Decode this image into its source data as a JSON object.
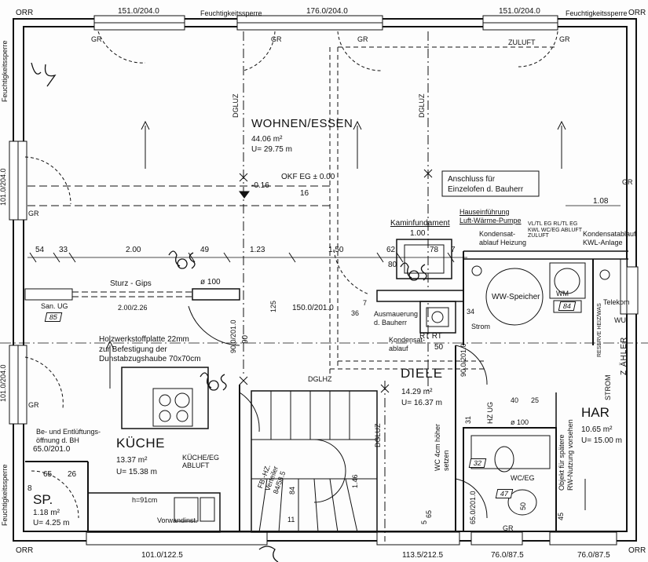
{
  "labels": {
    "orr_tl": "ORR",
    "orr_tr": "ORR",
    "orr_bl": "ORR",
    "orr_br": "ORR",
    "feucht_top_1": "Feuchtigkeitssperre",
    "feucht_top_2": "Feuchtigkeitssperre",
    "feucht_left_1": "Feuchtigkeitssperre",
    "feucht_left_2": "Feuchtigkeitssperre",
    "win_top_1": "151.0/204.0",
    "win_top_2": "176.0/204.0",
    "win_top_3": "151.0/204.0",
    "win_left_1": "101.0/204.0",
    "win_left_2": "101.0/204.0",
    "win_bottom_1": "101.0/122.5",
    "win_bottom_2": "113.5/212.5",
    "win_bottom_3": "76.0/87.5",
    "win_bottom_4": "76.0/87.5",
    "gr": "GR",
    "zuluft": "ZULUFT",
    "dgluz": "DGLUZ",
    "dgl_hz": "DGLHZ",
    "handwritten_vg": "V5",
    "okf": "OKF EG  ± 0.00",
    "okf_lvl": "-0.16",
    "okf_16": "16",
    "anschluss": "Anschluss für\nEinzelofen d. Bauherr",
    "dim_108": "1.08",
    "kaminfundament": "Kaminfundament",
    "dim_100": "1.00",
    "hauseinf": "Hauseinführung\nLuft-Wärme-Pumpe",
    "kondensat_heizung": "Kondensat-\nablauf Heizung",
    "kondensat_kwl": "Kondensatablauf\nKWL-Anlage",
    "vert_labels": "VL/TL EG  RL/TL EG  KWL WC/EG  ABLUFT  ZULUFT",
    "dims_row": [
      "54",
      "33",
      "2.00",
      "49",
      "1.23",
      "1.50",
      "62",
      "78",
      "7"
    ],
    "dim_80": "80",
    "sturz": "Sturz - Gips",
    "dim_phi100": "ø 100",
    "dim_200": "2.00/2.26",
    "sanug": "San. UG",
    "tag85": "85",
    "dim_125": "125",
    "door_150": "150.0/201.0",
    "dim_36": "36",
    "dim_7": "7",
    "ausmauerung": "Ausmauerung\nd. Bauherr",
    "kondensat_ablauf": "Kondensat-\nablauf",
    "rt": "RT  RT",
    "dim_50": "50",
    "dim_34": "34",
    "strom": "Strom",
    "ww_speicher": "WW-Speicher",
    "wm": "WM",
    "tag84": "84",
    "telekom": "Telekom",
    "wu": "WU",
    "reserve": "RESERVE HEIZ/WAS",
    "zaehler": "Z ÄHLER",
    "strom_vert": "STROM",
    "holz": "Holzwerkstoffplatte 22mm\nzur Befestigung der\nDunstabzugshaube 70x70cm",
    "dim_90": "90",
    "door_90": "90.0/201.0",
    "door_90b": "90.0/201.0",
    "diele": "DIELE",
    "diele_area": "14.29 m²",
    "diele_u": "U= 16.37  m",
    "wohnen": "WOHNEN/ESSEN",
    "wohnen_area": "44.06 m²",
    "wohnen_u": "U= 29.75 m",
    "kueche": "KÜCHE",
    "kueche_area": "13.37 m²",
    "kueche_u": "U= 15.38  m",
    "kueche_abluft": "KÜCHE/EG\nABLUFT",
    "be_entl": "Be- und Entlüftungs-\nöffnung d. BH",
    "door_65": "65.0/201.0",
    "dims_sp": [
      "65",
      "26",
      "8"
    ],
    "sp": "SP.",
    "sp_area": "1.18 m²",
    "sp_u": "U= 4.25  m",
    "h91": "h=91cm",
    "vorwand": "Vorwandinst.",
    "fb_hz": "FB.-HZ.\nVerteiler\n84/58.5",
    "dim_84": "84",
    "dim_146": "1.46",
    "dim_11": "11",
    "wc_hoeher": "WC 4cm höher\nsetzen",
    "tag32": "32",
    "hz_ug": "HZ UG",
    "dim_31": "31",
    "dims_40_25": [
      "40",
      "25"
    ],
    "phi100b": "ø 100",
    "wc_eg": "WC/EG",
    "tag47": "47",
    "dim_50b": "50",
    "door_65b": "65.0/201.0",
    "dim_65": "65",
    "dim_5": "5",
    "dim_45": "45",
    "har": "HAR",
    "har_area": "10.65 m²",
    "har_u": "U= 15.00  m",
    "objekt": "Objekt für spätere\nRW-Nutzung vorsehen",
    "handwritten_sos": "5o5",
    "handwritten_so5": "5o5",
    "handwritten_bottom": "5"
  }
}
